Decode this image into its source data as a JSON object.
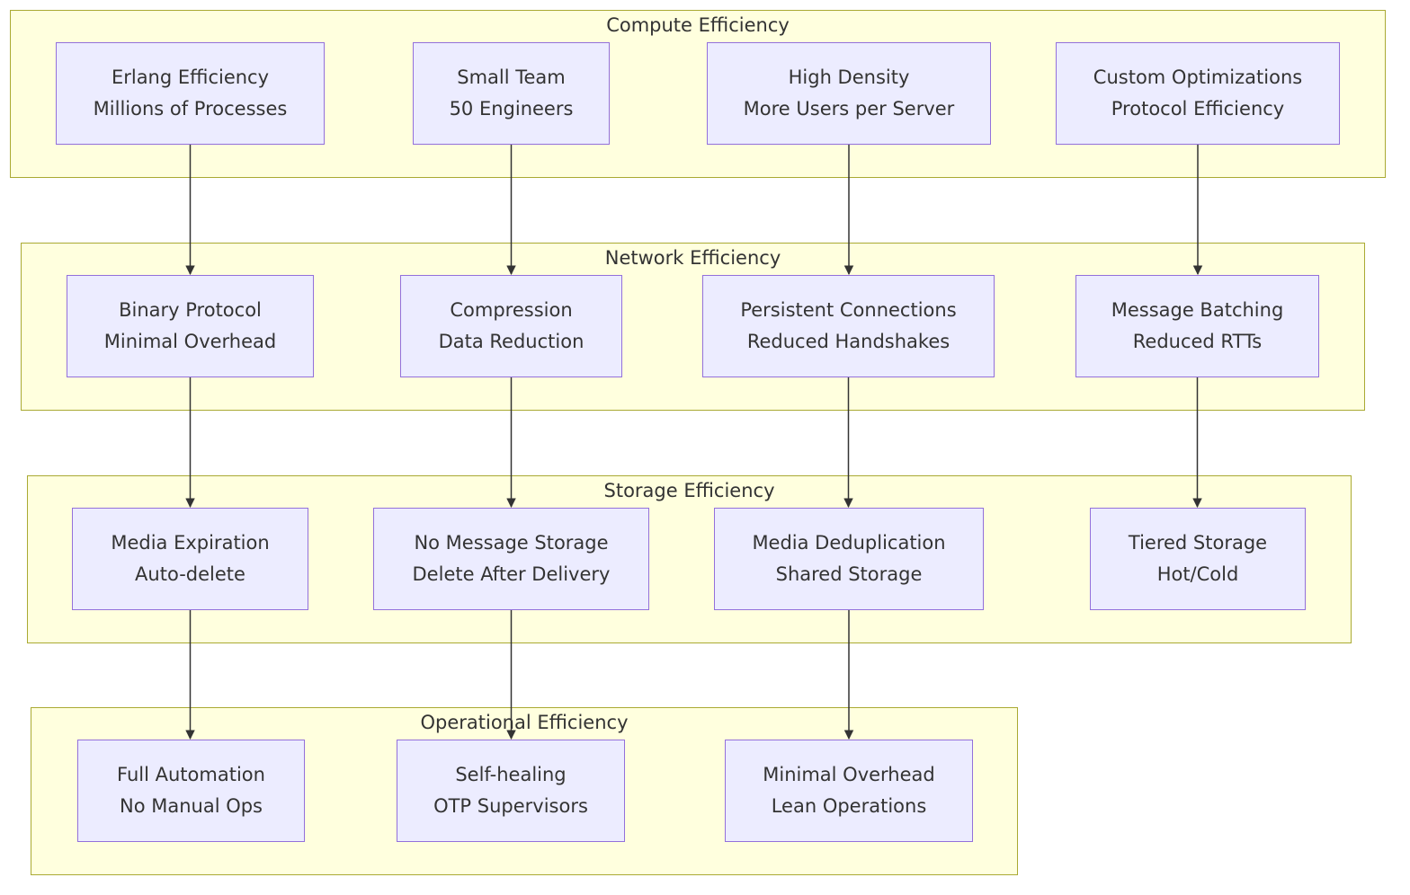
{
  "groups": {
    "compute": {
      "title": "Compute Efficiency",
      "nodes": {
        "erlang": {
          "line1": "Erlang Efficiency",
          "line2": "Millions of Processes"
        },
        "team": {
          "line1": "Small Team",
          "line2": "50 Engineers"
        },
        "density": {
          "line1": "High Density",
          "line2": "More Users per Server"
        },
        "custom": {
          "line1": "Custom Optimizations",
          "line2": "Protocol Efficiency"
        }
      }
    },
    "network": {
      "title": "Network Efficiency",
      "nodes": {
        "binary": {
          "line1": "Binary Protocol",
          "line2": "Minimal Overhead"
        },
        "compression": {
          "line1": "Compression",
          "line2": "Data Reduction"
        },
        "persistent": {
          "line1": "Persistent Connections",
          "line2": "Reduced Handshakes"
        },
        "batching": {
          "line1": "Message Batching",
          "line2": "Reduced RTTs"
        }
      }
    },
    "storage": {
      "title": "Storage Efficiency",
      "nodes": {
        "expiration": {
          "line1": "Media Expiration",
          "line2": "Auto-delete"
        },
        "nostorage": {
          "line1": "No Message Storage",
          "line2": "Delete After Delivery"
        },
        "dedup": {
          "line1": "Media Deduplication",
          "line2": "Shared Storage"
        },
        "tiered": {
          "line1": "Tiered Storage",
          "line2": "Hot/Cold"
        }
      }
    },
    "operational": {
      "title": "Operational Efficiency",
      "nodes": {
        "automation": {
          "line1": "Full Automation",
          "line2": "No Manual Ops"
        },
        "selfheal": {
          "line1": "Self-healing",
          "line2": "OTP Supervisors"
        },
        "minimal": {
          "line1": "Minimal Overhead",
          "line2": "Lean Operations"
        }
      }
    }
  },
  "edges": [
    [
      "erlang",
      "binary"
    ],
    [
      "team",
      "compression"
    ],
    [
      "density",
      "persistent"
    ],
    [
      "custom",
      "batching"
    ],
    [
      "binary",
      "expiration"
    ],
    [
      "compression",
      "nostorage"
    ],
    [
      "persistent",
      "dedup"
    ],
    [
      "batching",
      "tiered"
    ],
    [
      "expiration",
      "automation"
    ],
    [
      "nostorage",
      "selfheal"
    ],
    [
      "dedup",
      "minimal"
    ]
  ],
  "colors": {
    "group_fill": "#ffffde",
    "group_border": "#aaaa33",
    "node_fill": "#ececff",
    "node_border": "#9370db",
    "edge": "#333333",
    "text": "#333333"
  }
}
